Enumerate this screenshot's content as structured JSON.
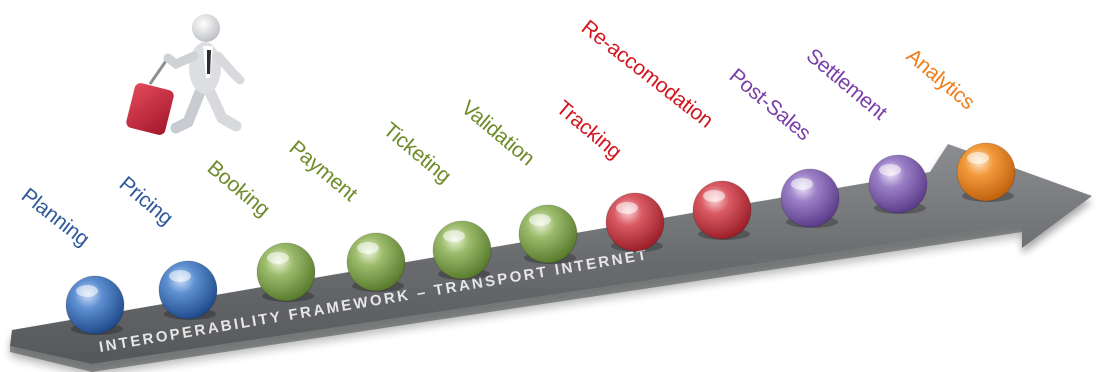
{
  "process": {
    "band_text": "INTEROPERABILITY FRAMEWORK – TRANSPORT INTERNET",
    "stages": [
      {
        "label": "Planning",
        "color": "#2e5a9c",
        "ball": "blue"
      },
      {
        "label": "Pricing",
        "color": "#2e5a9c",
        "ball": "blue"
      },
      {
        "label": "Booking",
        "color": "#6e8c2a",
        "ball": "green"
      },
      {
        "label": "Payment",
        "color": "#6e8c2a",
        "ball": "green"
      },
      {
        "label": "Ticketing",
        "color": "#6e8c2a",
        "ball": "green"
      },
      {
        "label": "Validation",
        "color": "#6e8c2a",
        "ball": "green"
      },
      {
        "label": "Tracking",
        "color": "#d2151e",
        "ball": "red"
      },
      {
        "label": "Re-accomodation",
        "color": "#d2151e",
        "ball": "red"
      },
      {
        "label": "Post-Sales",
        "color": "#7a3fa8",
        "ball": "purple"
      },
      {
        "label": "Settlement",
        "color": "#7a3fa8",
        "ball": "purple"
      },
      {
        "label": "Analytics",
        "color": "#ef7d1b",
        "ball": "orange"
      }
    ]
  },
  "colors": {
    "blue": "#3a6fb8",
    "green": "#8aa85a",
    "red": "#cf4550",
    "purple": "#8c6cb8",
    "orange": "#f08a25",
    "arrow": "#6b6d70"
  }
}
